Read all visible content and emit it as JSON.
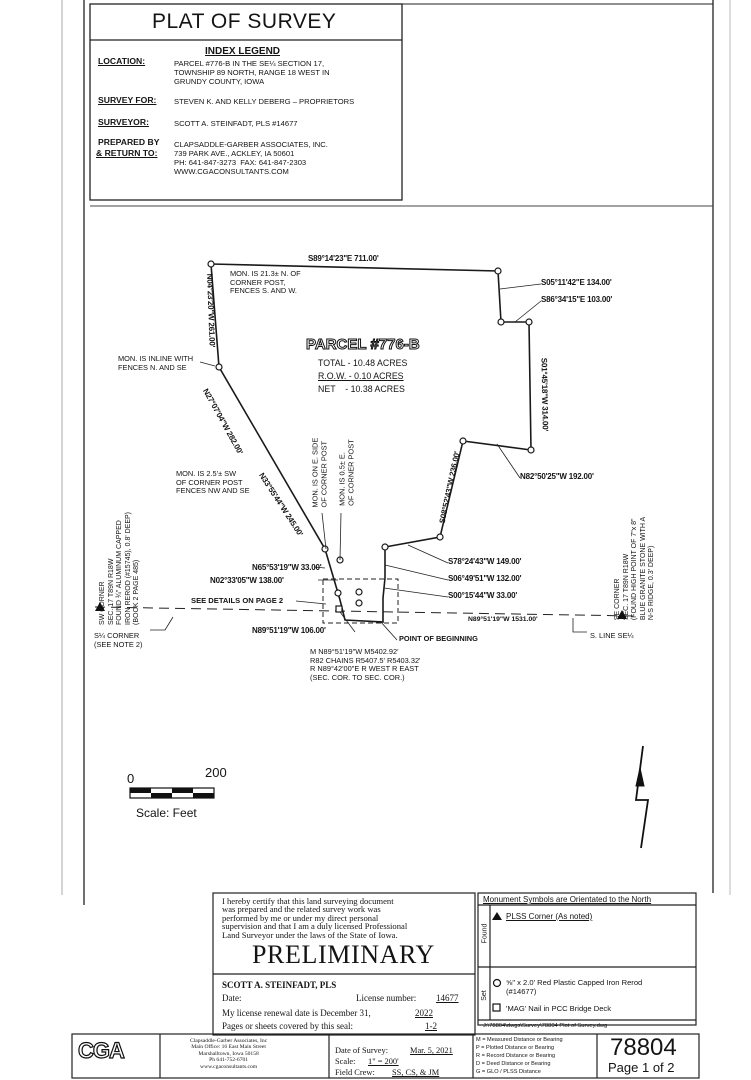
{
  "header": {
    "title": "PLAT OF SURVEY",
    "index_legend": "INDEX LEGEND",
    "location_label": "LOCATION:",
    "location_value": "PARCEL #776-B IN THE SE¼ SECTION 17,\nTOWNSHIP 89 NORTH, RANGE 18 WEST IN\nGRUNDY COUNTY, IOWA",
    "survey_for_label": "SURVEY FOR:",
    "survey_for_value": "STEVEN K. AND KELLY DEBERG – PROPRIETORS",
    "surveyor_label": "SURVEYOR:",
    "surveyor_value": "SCOTT A. STEINFADT, PLS #14677",
    "prepared_label_1": "PREPARED BY",
    "prepared_label_2": "& RETURN TO:",
    "prepared_value": "CLAPSADDLE-GARBER ASSOCIATES, INC.\n739 PARK AVE., ACKLEY, IA 50601\nPH: 641-847-3273  FAX: 641-847-2303\nWWW.CGACONSULTANTS.COM"
  },
  "parcel": {
    "name": "PARCEL #776-B",
    "total": "TOTAL - 10.48 ACRES",
    "row": "R.O.W. -  0.10 ACRES",
    "net": "NET    - 10.38 ACRES"
  },
  "bearings": {
    "north": "S89°14'23\"E 711.00'",
    "ne1": "S05°11'42\"E 134.00'",
    "ne2": "S86°34'15\"E 103.00'",
    "east": "S01°45'18\"W 314.00'",
    "se": "N82°50'25\"W 192.00'",
    "sw_diag": "S08°52'43\"W 236.00'",
    "s78": "S78°24'43\"W 149.00'",
    "s06": "S06°49'51\"W 132.00'",
    "s00": "S00°15'44\"W 33.00'",
    "west_top": "N04°23'20\"W 261.00'",
    "west_mid": "N27°07'04\"W 282.00'",
    "west_low": "N33°55'44\"W 245.00'",
    "n65": "N65°53'19\"W 33.00'",
    "n02": "N02°33'05\"W 138.00'",
    "n89": "N89°51'19\"W 106.00'",
    "section_line": "N89°51'19\"W 1531.00'"
  },
  "notes": {
    "mon_21": "MON. IS 21.3± N. OF\nCORNER POST,\nFENCES S. AND W.",
    "mon_inline": "MON. IS INLINE WITH\nFENCES N. AND SE",
    "mon_25": "MON. IS 2.5'± SW\nOF CORNER POST\nFENCES NW AND SE",
    "mon_e_side": "MON. IS ON E. SIDE\nOF CORNER POST",
    "mon_05": "MON. IS 0.5± E.\nOF CORNER POST",
    "see_details": "SEE DETAILS ON PAGE 2",
    "pob": "POINT OF BEGINNING",
    "measured": "M N89°51'19\"W M5402.92'\nR82 CHAINS R5407.5' R5403.32'\nR N89°42'00\"E R WEST R EAST\n(SEC. COR. TO SEC. COR.)",
    "s_quarter": "S¼ CORNER\n(SEE NOTE 2)",
    "s_line": "S. LINE SE¼",
    "sw_corner": "SW CORNER\nSEC. 17 T89N R18W\nFOUND ¾\" ALUMINUM CAPPED\nIRON REROD (#15745), 0.8' DEEP)\n(BOOK 2 PAGE 485)",
    "se_corner": "SE CORNER\nSEC. 17 T89N R18W\n(FOUND HIGH POINT OF 7\"x 8\"\nBLUE GRANITE STONE WITH A\nN-S RIDGE, 0.3' DEEP)"
  },
  "scale": {
    "zero": "0",
    "max": "200",
    "label": "Scale: Feet"
  },
  "cert": {
    "text": "I hereby certify that this land surveying document\nwas prepared and the related survey work was\nperformed by me or under my direct personal\nsupervision and that I am a duly licensed Professional\nLand Surveyor under the laws of the State of Iowa.",
    "preliminary": "PRELIMINARY",
    "name": "SCOTT A. STEINFADT, PLS",
    "date_label": "Date:",
    "license_label": "License number:",
    "license_value": "14677",
    "renewal_label": "My license renewal date is December 31,",
    "renewal_value": "2022",
    "pages_label": "Pages or sheets covered by this seal:",
    "pages_value": "1-2"
  },
  "legend": {
    "title": "Monument Symbols are Orientated to the North",
    "found_label": "Found",
    "set_label": "Set",
    "plss": "PLSS Corner (As noted)",
    "set_rerod": "⅝\" x 2.0' Red Plastic Capped Iron Rerod\n(#14677)",
    "set_mag": "'MAG' Nail in PCC Bridge Deck",
    "filepath": "J:\\78804\\dwgs\\Survey\\78804 Plot of Survey.dwg"
  },
  "titleblock": {
    "logo": "CGA",
    "company": "Clapsaddle-Garber Associates, Inc\nMain Office: 16 East Main Street\nMarshalltown, Iowa 50158\nPh 641-752-6701\nwww.cgaconsultants.com",
    "date_label": "Date of Survey:",
    "date_value": "Mar. 5, 2021",
    "scale_label": "Scale:",
    "scale_value": "1\" = 200'",
    "crew_label": "Field Crew:",
    "crew_value": "SS, CS, & JM",
    "abbrev": "M = Measured Distance or Bearing\nP = Plotted Distance or Bearing\nR = Record Distance or Bearing\nD = Deed Distance or Bearing\nG = GLO / PLSS Distance",
    "job": "78804",
    "page": "Page 1 of 2"
  },
  "colors": {
    "ink": "#141414",
    "paper": "#ffffff",
    "rule": "#9a9a9a"
  },
  "icons": [
    "north-arrow-icon",
    "plss-corner-triangle-icon",
    "monument-circle-icon",
    "mag-nail-square-icon"
  ]
}
